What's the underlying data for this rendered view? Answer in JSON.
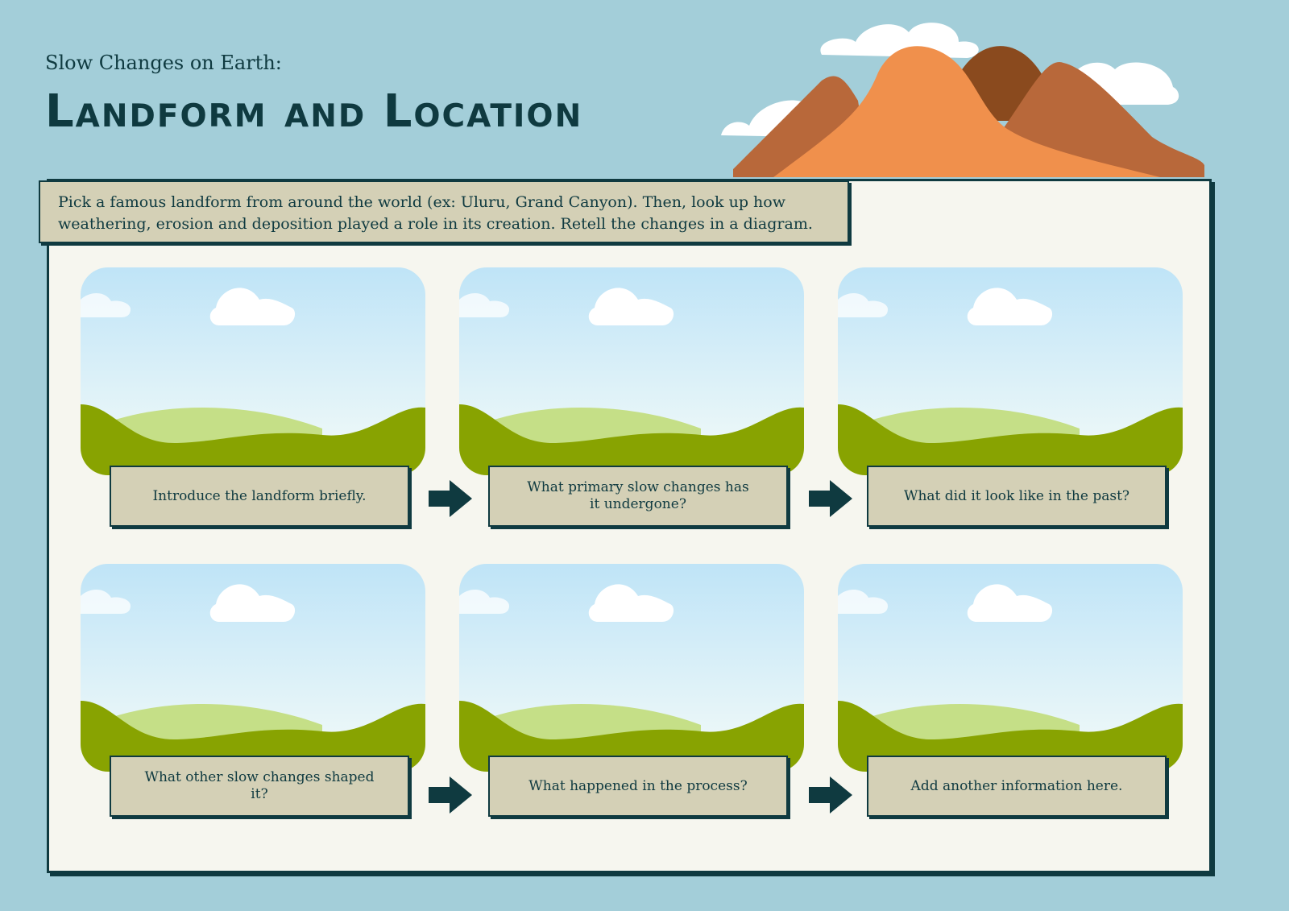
{
  "header": {
    "subtitle": "Slow Changes on Earth:",
    "title": "Landform and Location"
  },
  "instructions": {
    "text": "Pick a famous landform from around the world (ex: Uluru, Grand Canyon). Then, look up how weathering, erosion and deposition played a role in its creation. Retell the changes in a diagram."
  },
  "steps": [
    {
      "label": "Introduce the landform briefly."
    },
    {
      "label": "What primary slow changes has it undergone?"
    },
    {
      "label": "What did it look like in the past?"
    },
    {
      "label": "What other slow changes shaped it?"
    },
    {
      "label": "What happened in the process?"
    },
    {
      "label": "Add another information here."
    }
  ],
  "colors": {
    "background": "#a3ced9",
    "ink": "#0f3a40",
    "paper": "#f6f6ef",
    "label_fill": "#d4d0b6",
    "sky_top": "#bfe4f7",
    "grass_dark": "#88a301",
    "grass_light": "#c5df87"
  },
  "icons": [
    "cloud-icon",
    "mountains-illustration",
    "arrow-right-icon"
  ]
}
